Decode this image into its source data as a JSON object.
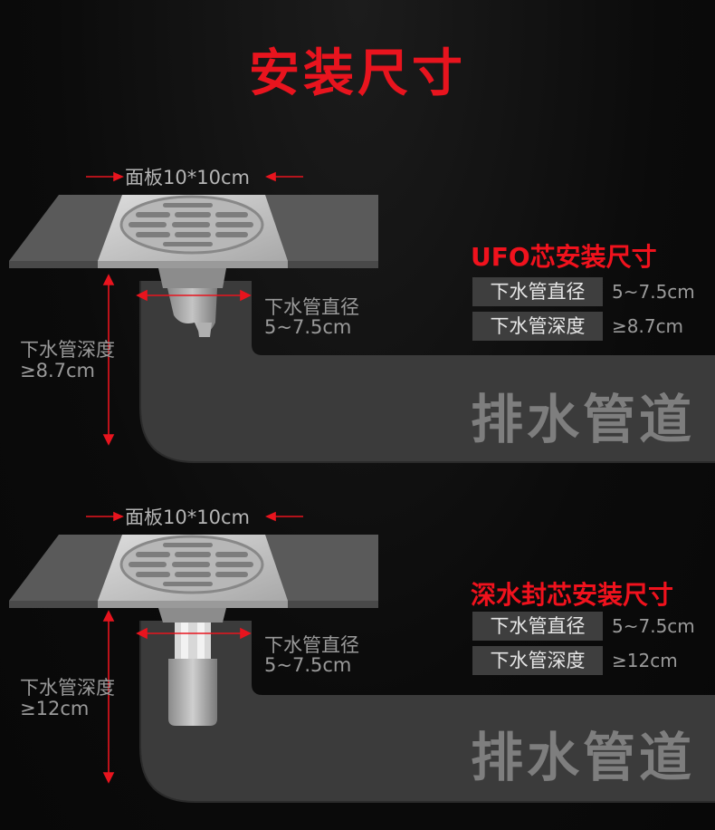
{
  "title": "安装尺寸",
  "sections": [
    {
      "panel_label": "面板10*10cm",
      "diameter_label": "下水管直径",
      "diameter_value": "5~7.5cm",
      "depth_label": "下水管深度",
      "depth_value": "≥8.7cm",
      "spec_title": "UFO芯安装尺寸",
      "specs": [
        {
          "key": "下水管直径",
          "value": "5~7.5cm"
        },
        {
          "key": "下水管深度",
          "value": "≥8.7cm"
        }
      ],
      "pipe_label": "排水管道"
    },
    {
      "panel_label": "面板10*10cm",
      "diameter_label": "下水管直径",
      "diameter_value": "5~7.5cm",
      "depth_label": "下水管深度",
      "depth_value": "≥12cm",
      "spec_title": "深水封芯安装尺寸",
      "specs": [
        {
          "key": "下水管直径",
          "value": "5~7.5cm"
        },
        {
          "key": "下水管深度",
          "value": "≥12cm"
        }
      ],
      "pipe_label": "排水管道"
    }
  ],
  "colors": {
    "accent": "#e8141e",
    "pipe": "#3a3a3a",
    "tile": "#5c5c5c",
    "steel": "#c8c8c8",
    "label": "#9a9a9a"
  }
}
